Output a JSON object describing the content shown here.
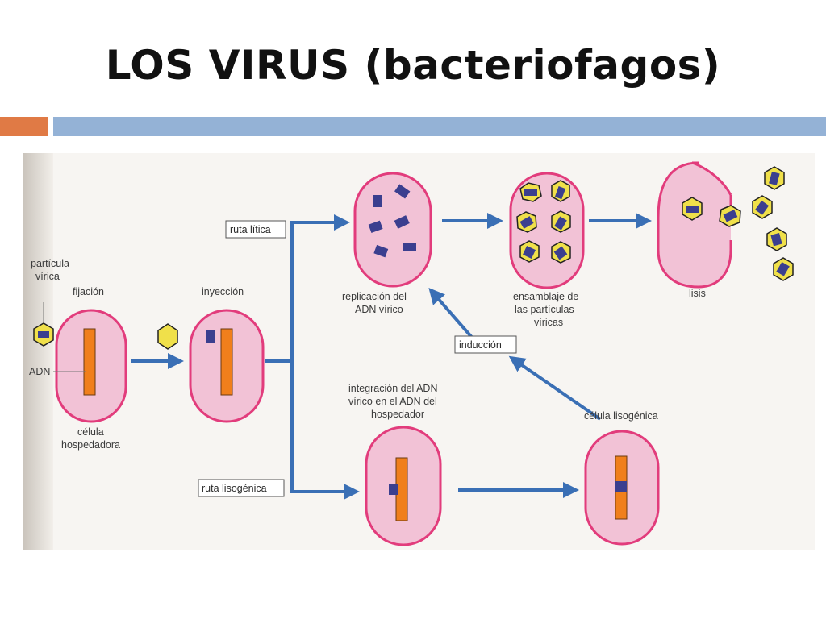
{
  "slide": {
    "title_main": "LOS VIRUS",
    "title_paren": "(bacteriofagos)"
  },
  "diagram": {
    "labels": {
      "particula_1": "partícula",
      "particula_2": "vírica",
      "fijacion": "fijación",
      "adn": "ADN",
      "celula_1": "célula",
      "celula_2": "hospedadora",
      "inyeccion": "inyección",
      "ruta_litica": "ruta lítica",
      "ruta_lisogenica": "ruta lisogénica",
      "replicacion_1": "replicación del",
      "replicacion_2": "ADN vírico",
      "ensamblaje_1": "ensamblaje de",
      "ensamblaje_2": "las partículas",
      "ensamblaje_3": "víricas",
      "lisis": "lisis",
      "induccion": "inducción",
      "integracion_1": "integración del ADN",
      "integracion_2": "vírico en el ADN del",
      "integracion_3": "hospedador",
      "celula_lisogenica": "célula lisogénica"
    },
    "colors": {
      "cell_fill": "#f2c2d6",
      "cell_stroke": "#e23c7c",
      "dna_orange": "#f07f1c",
      "viral_dna": "#3b3f8f",
      "capsid_fill": "#f0e04a",
      "arrow_blue": "#3a6fb5"
    }
  }
}
